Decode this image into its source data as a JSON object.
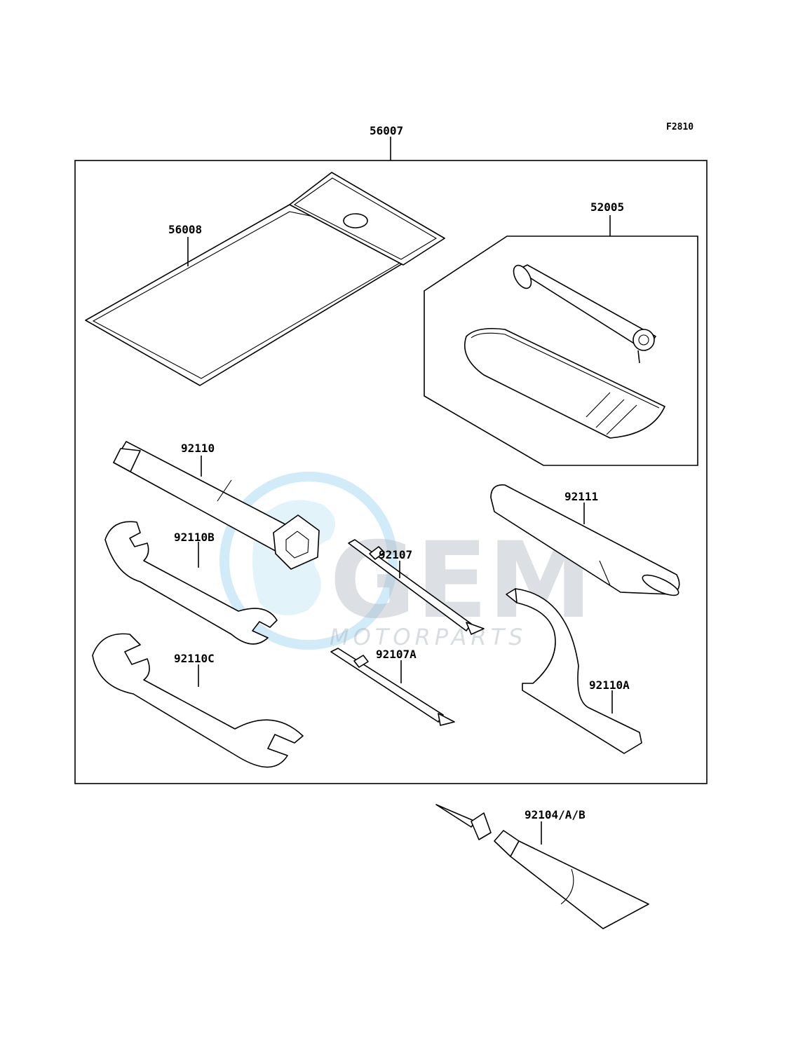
{
  "figure_code": "F2810",
  "watermark": {
    "main": "GEM",
    "sub": "MOTORPARTS"
  },
  "parts": {
    "kit": "56007",
    "pouch": "56008",
    "pump_set": "52005",
    "plug_wrench": "92110",
    "wrench_b": "92110B",
    "wrench_c": "92110C",
    "screwdriver": "92107",
    "screwdriver_a": "92107A",
    "handle": "92111",
    "hook_spanner": "92110A",
    "grease": "92104/A/B"
  }
}
